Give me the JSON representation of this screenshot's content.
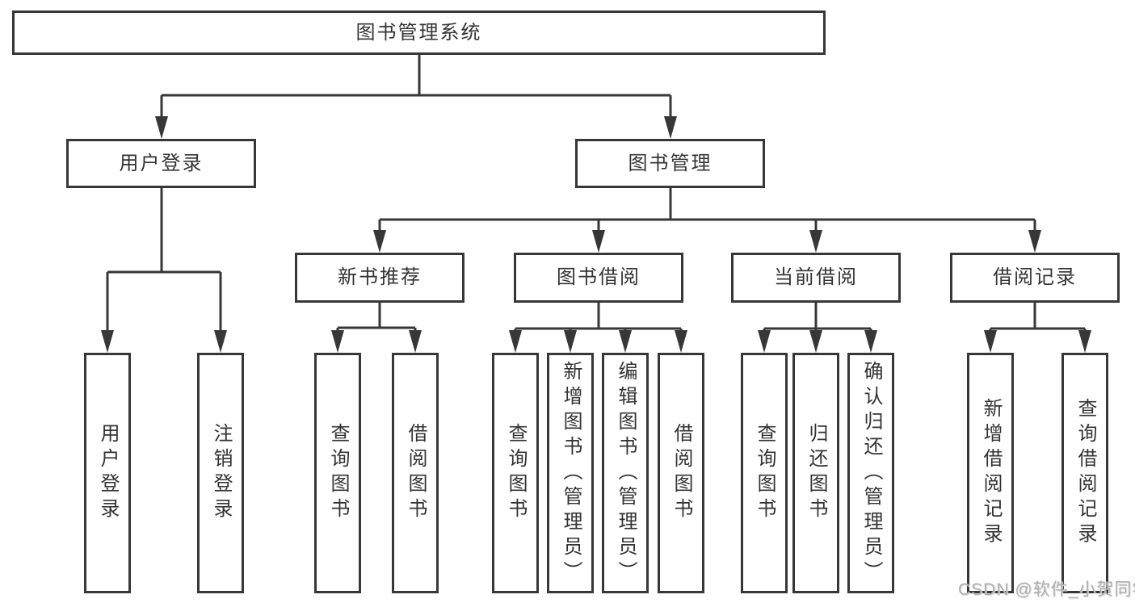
{
  "nodes": {
    "root": "图书管理系统",
    "user_login": "用户登录",
    "book_mgmt": "图书管理",
    "new_books": "新书推荐",
    "book_borrow": "图书借阅",
    "current_borrow": "当前借阅",
    "borrow_records": "借阅记录",
    "leaves": {
      "user_login": [
        "用户登录",
        "注销登录"
      ],
      "new_books": [
        "查询图书",
        "借阅图书"
      ],
      "book_borrow": [
        "查询图书",
        "新增图书（管理员）",
        "编辑图书（管理员）",
        "借阅图书"
      ],
      "current_borrow": [
        "查询图书",
        "归还图书",
        "确认归还（管理员）"
      ],
      "borrow_records": [
        "新增借阅记录",
        "查询借阅记录"
      ]
    }
  },
  "watermark": "CSDN @软件_小贺同学",
  "colors": {
    "line": "#373737",
    "text": "#333333",
    "watermark": "#aeaeae",
    "background": "#ffffff"
  }
}
